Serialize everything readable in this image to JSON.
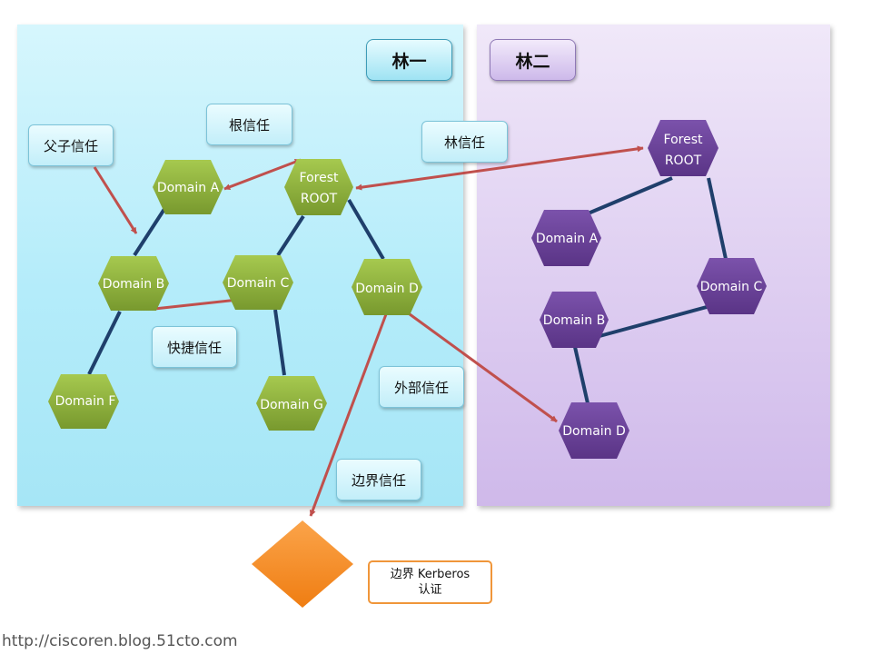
{
  "forest1": {
    "title": "林一"
  },
  "forest2": {
    "title": "林二"
  },
  "labels": {
    "parent_child": "父子信任",
    "root": "根信任",
    "forest": "林信任",
    "shortcut": "快捷信任",
    "external": "外部信任",
    "realm": "边界信任"
  },
  "kerberos": {
    "line1": "边界 Kerberos",
    "line2": "认证"
  },
  "forest1_nodes": {
    "root": [
      "Forest",
      "ROOT"
    ],
    "a": "Domain A",
    "b": "Domain B",
    "c": "Domain C",
    "d": "Domain D",
    "f": "Domain F",
    "g": "Domain G"
  },
  "forest2_nodes": {
    "root": [
      "Forest",
      "ROOT"
    ],
    "a": "Domain A",
    "b": "Domain B",
    "c": "Domain C",
    "d": "Domain D"
  },
  "footer": "http://ciscoren.blog.51cto.com",
  "colors": {
    "forest1_hex": "#8fb23a",
    "forest2_hex": "#6a3f99",
    "link_line": "#1f3f6b",
    "trust_arrow": "#c0504d",
    "kerberos_diamond": "#f7901e",
    "forest1_panel": "#b4ecfa",
    "forest2_panel": "#dccbf0"
  }
}
